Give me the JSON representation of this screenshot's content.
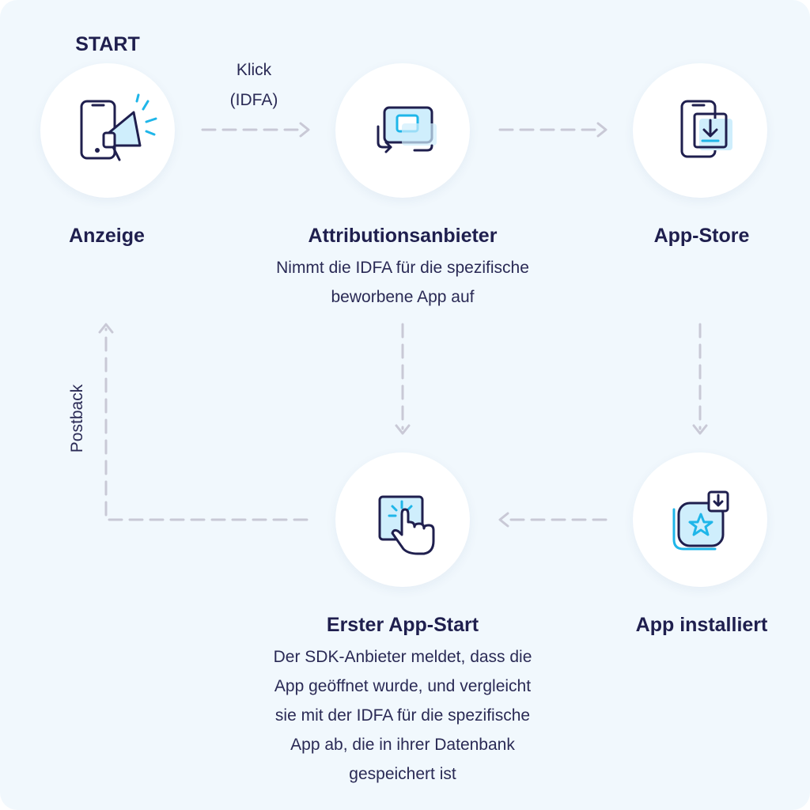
{
  "start_label": "START",
  "click_label_line1": "Klick",
  "click_label_line2": "(IDFA)",
  "postback_label": "Postback",
  "nodes": {
    "ad": {
      "title": "Anzeige",
      "icon": "megaphone-phone-icon"
    },
    "attribution": {
      "title": "Attributionsanbieter",
      "description": [
        "Nimmt die IDFA für die spezifische",
        "beworbene App auf"
      ],
      "icon": "cards-exchange-icon"
    },
    "store": {
      "title": "App-Store",
      "icon": "phone-download-icon"
    },
    "installed": {
      "title": "App installiert",
      "icon": "star-app-download-icon"
    },
    "first_start": {
      "title": "Erster App-Start",
      "description": [
        "Der SDK-Anbieter meldet, dass die",
        "App geöffnet wurde, und vergleicht",
        "sie mit der IDFA für die spezifische",
        "App ab, die in ihrer Datenbank",
        "gespeichert ist"
      ],
      "icon": "hand-tap-icon"
    }
  },
  "colors": {
    "background": "#f1f8fd",
    "text": "#1f1f4e",
    "accent": "#1fb6e9",
    "accent_light": "#cfeefc",
    "line": "#c9c9d6"
  }
}
